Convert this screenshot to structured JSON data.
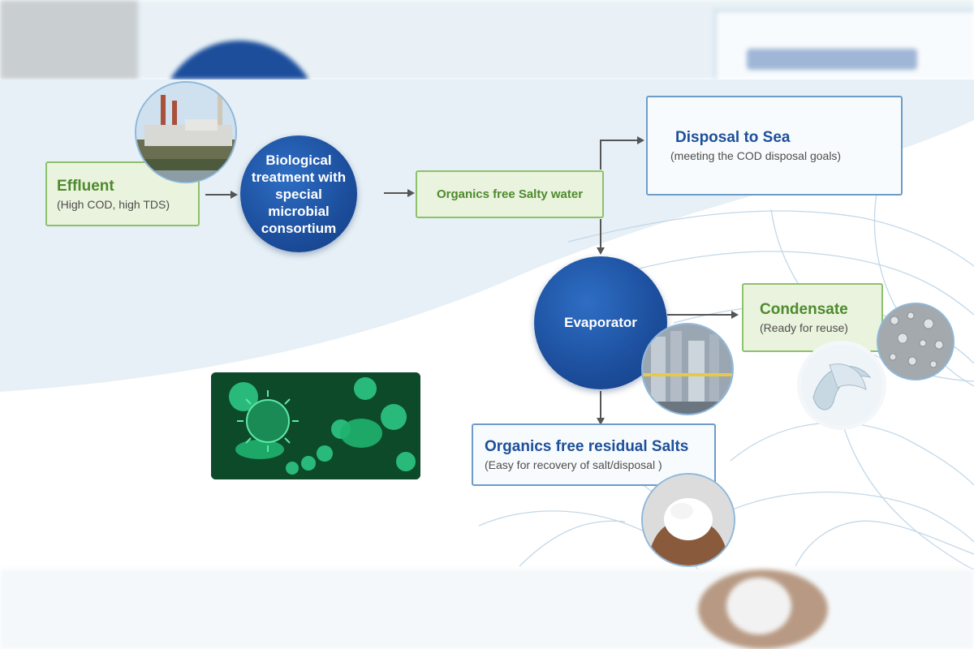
{
  "nodes": {
    "effluent": {
      "title": "Effluent",
      "subtitle": "(High COD, high TDS)"
    },
    "biological": {
      "label": "Biological treatment with special microbial consortium"
    },
    "salty_water": {
      "label": "Organics free Salty water"
    },
    "disposal": {
      "title": "Disposal to Sea",
      "subtitle": "(meeting the COD disposal goals)"
    },
    "evaporator": {
      "label": "Evaporator"
    },
    "condensate": {
      "title": "Condensate",
      "subtitle": "(Ready for reuse)"
    },
    "salts": {
      "title": "Organics free residual Salts",
      "subtitle": "(Easy for recovery of salt/disposal )"
    }
  },
  "edges": [
    {
      "from": "effluent",
      "to": "biological"
    },
    {
      "from": "biological",
      "to": "salty_water"
    },
    {
      "from": "salty_water",
      "to": "disposal"
    },
    {
      "from": "salty_water",
      "to": "evaporator"
    },
    {
      "from": "evaporator",
      "to": "condensate"
    },
    {
      "from": "evaporator",
      "to": "salts"
    }
  ],
  "colors": {
    "green_text": "#4e8a2e",
    "blue_text": "#1d4f9a",
    "circle_fill": "#1c4e9c",
    "green_box_fill": "#eaf3dd",
    "green_box_border": "#8dc16b",
    "blue_box_border": "#6d9cc8",
    "arrow": "#555555"
  },
  "images": [
    "industrial-plant-photo",
    "bacteria-photo",
    "evaporator-plant-photo",
    "water-drops-photo",
    "water-splash-photo",
    "salt-in-hands-photo"
  ]
}
